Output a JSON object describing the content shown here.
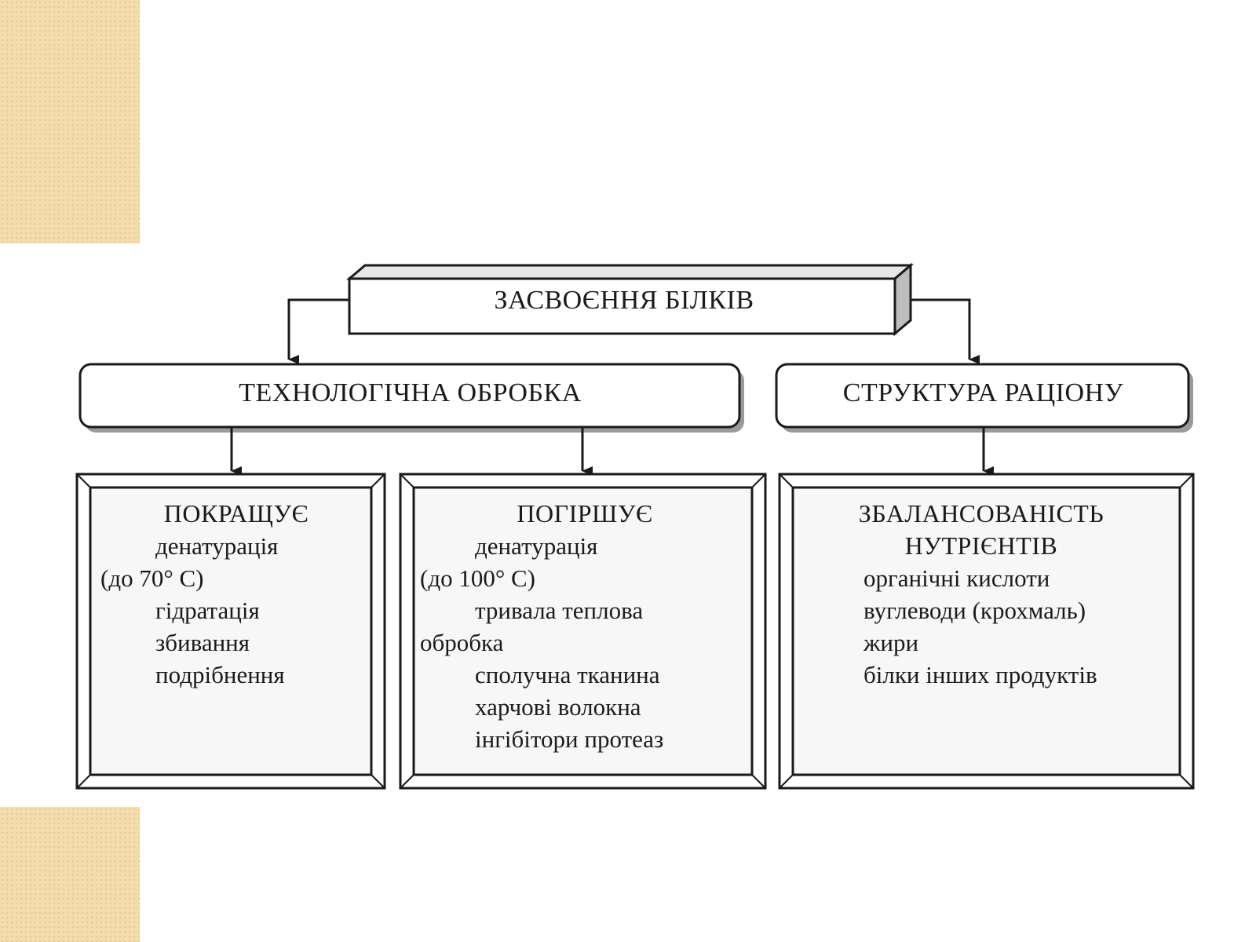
{
  "root": {
    "label": "ЗАСВОЄННЯ БІЛКІВ"
  },
  "level1": {
    "tech": {
      "label": "ТЕХНОЛОГІЧНА ОБРОБКА"
    },
    "struct": {
      "label": "СТРУКТУРА РАЦІОНУ"
    }
  },
  "boxes": {
    "improves": {
      "title": "ПОКРАЩУЄ",
      "lines": [
        "денатурація",
        "(до 70° С)",
        "гідратація",
        "збивання",
        "подрібнення"
      ]
    },
    "worsens": {
      "title": "ПОГІРШУЄ",
      "lines": [
        "денатурація",
        "(до 100° С)",
        "тривала теплова",
        "обробка",
        "сполучна тканина",
        "харчові волокна",
        "інгібітори протеаз"
      ]
    },
    "balance": {
      "title_line1": "ЗБАЛАНСОВАНІСТЬ",
      "title_line2": "НУТРІЄНТІВ",
      "lines": [
        "органічні кислоти",
        "вуглеводи (крохмаль)",
        "жири",
        "білки інших продуктів"
      ]
    }
  },
  "colors": {
    "decoration": "#f3dcae",
    "stroke": "#1a1a1a",
    "box_fill": "#f7f7f7"
  }
}
